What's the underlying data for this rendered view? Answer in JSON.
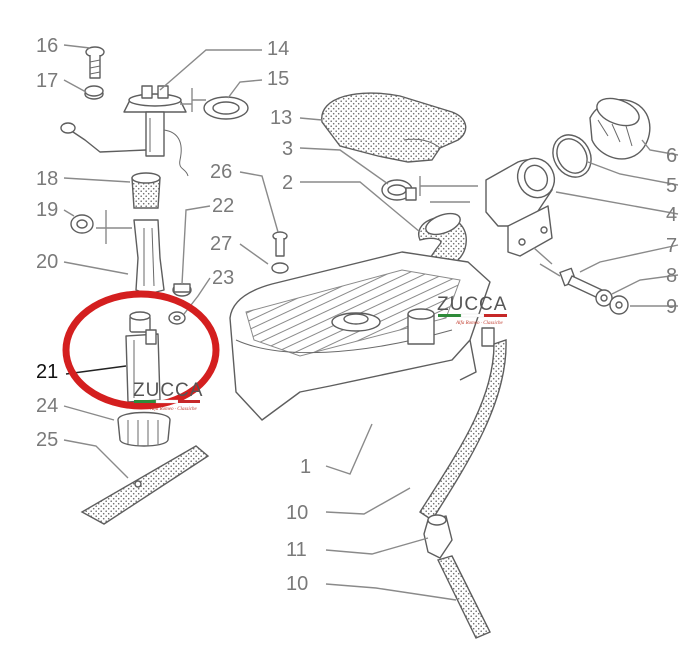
{
  "callouts": [
    {
      "id": "c16",
      "number": "16"
    },
    {
      "id": "c17",
      "number": "17"
    },
    {
      "id": "c14",
      "number": "14"
    },
    {
      "id": "c15",
      "number": "15"
    },
    {
      "id": "c13",
      "number": "13"
    },
    {
      "id": "c3",
      "number": "3"
    },
    {
      "id": "c2",
      "number": "2"
    },
    {
      "id": "c6",
      "number": "6"
    },
    {
      "id": "c5",
      "number": "5"
    },
    {
      "id": "c4",
      "number": "4"
    },
    {
      "id": "c7",
      "number": "7"
    },
    {
      "id": "c8",
      "number": "8"
    },
    {
      "id": "c9",
      "number": "9"
    },
    {
      "id": "c18",
      "number": "18"
    },
    {
      "id": "c19",
      "number": "19"
    },
    {
      "id": "c20",
      "number": "20"
    },
    {
      "id": "c26",
      "number": "26"
    },
    {
      "id": "c22",
      "number": "22"
    },
    {
      "id": "c27",
      "number": "27"
    },
    {
      "id": "c23",
      "number": "23"
    },
    {
      "id": "c21",
      "number": "21"
    },
    {
      "id": "c24",
      "number": "24"
    },
    {
      "id": "c25",
      "number": "25"
    },
    {
      "id": "c1",
      "number": "1"
    },
    {
      "id": "c10a",
      "number": "10"
    },
    {
      "id": "c11",
      "number": "11"
    },
    {
      "id": "c10b",
      "number": "10"
    }
  ],
  "watermarks": [
    {
      "brand": "ZUCCA",
      "tagline": "Alfa Romeo · Classiche"
    },
    {
      "brand": "ZUCCA",
      "tagline": "Alfa Romeo · Classiche"
    }
  ],
  "highlight": {
    "part_number": "21",
    "ring_color": "#d41f1f"
  },
  "colors": {
    "line": "#5e5e5e",
    "label": "#7a7a7a",
    "flag_green": "#2e8b3a",
    "flag_red": "#c62828"
  }
}
